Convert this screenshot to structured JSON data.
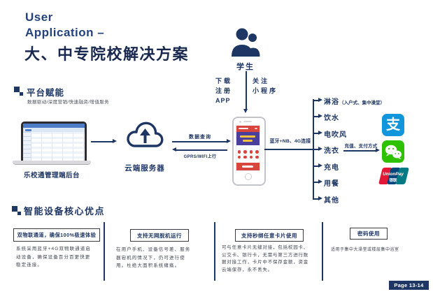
{
  "header": {
    "title_line1": "User",
    "title_line2": "Application –",
    "title_zh": "大、中专院校解决方案"
  },
  "platform": {
    "section_title": "平台赋能",
    "section_subtitle": "数据驱动/深度营销/快速融资/增值服务",
    "laptop_label": "乐校通管理端后台",
    "cloud_label": "云端服务器",
    "flow_right_label": "数据查询",
    "flow_left_label": "GPRS/WIFI上行"
  },
  "user_flow": {
    "actor_label": "学生",
    "action_left": [
      "下载",
      "注册",
      "APP"
    ],
    "action_right": [
      "关注",
      "小程序"
    ],
    "device_link_label": "蓝牙+NB、4G连接"
  },
  "services": {
    "items": [
      {
        "label": "淋浴",
        "note": "（入户式、集中澡堂）"
      },
      {
        "label": "饮水",
        "note": ""
      },
      {
        "label": "电吹风",
        "note": ""
      },
      {
        "label": "洗衣",
        "note": ""
      },
      {
        "label": "充电",
        "note": ""
      },
      {
        "label": "用餐",
        "note": ""
      },
      {
        "label": "其他",
        "note": ""
      }
    ],
    "payment_flow_label": "充值、支付方式",
    "payments": {
      "alipay_glyph": "支",
      "unionpay_text": "UnionPay",
      "unionpay_subtext": "银联"
    }
  },
  "advantages": {
    "section_title": "智能设备核心优点",
    "columns": [
      {
        "title": "双物联通道，确保100%极速体验",
        "body": "系统采用蓝牙+4G双物联通道启动设备，确保设备百分百更快更稳定连接。"
      },
      {
        "title": "支持无网脱机运行",
        "body": "在用户手机、设备信号差、服务器宕机的情况下，仍可进行使用。杜绝大面积系统瘫痪。"
      },
      {
        "title": "支持秒绑任意卡片使用",
        "body": "可与任意卡片无缝对接，包括校园卡、公交卡、银行卡，无需与第三方进行数据对接工作，卡片中不保存金额，资金云端保存，永不丢失。"
      },
      {
        "title": "密码使用",
        "body": "适用于集中大澡堂或楼层集中浴室"
      }
    ]
  },
  "footer": {
    "page_badge": "Page 13-14"
  },
  "icons": {
    "actor": "students-icon",
    "cloud": "cloud-upload-icon",
    "alipay": "alipay-icon",
    "wechat": "wechat-pay-icon",
    "unionpay": "unionpay-icon"
  },
  "colors": {
    "navy": "#1e3663",
    "app_red": "#d8453c",
    "alipay_blue": "#1296db",
    "wechat_green": "#2dc100",
    "unionpay_red": "#e21836",
    "unionpay_blue": "#00447c"
  }
}
